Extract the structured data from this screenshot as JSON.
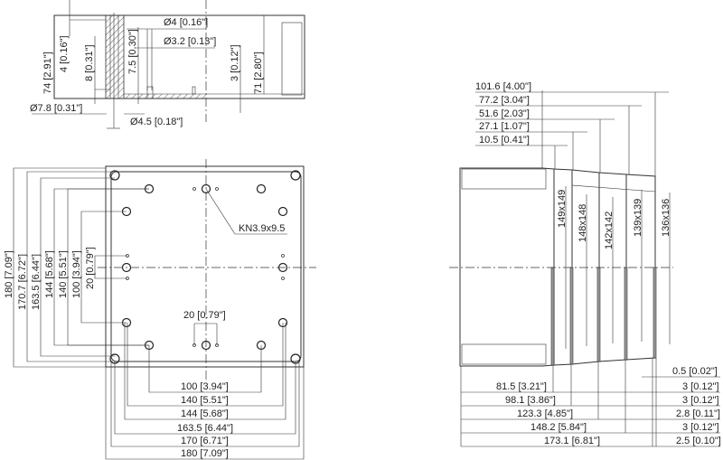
{
  "section_view": {
    "labels": [
      "74 [2.91\"]",
      "4 [0.16\"]",
      "8 [0.31\"]",
      "7.5 [0.30\"]",
      "Ø4 [0.16\"]",
      "Ø3.2 [0.13\"]",
      "3 [0.12\"]",
      "71 [2.80\"]",
      "Ø7.8 [0.31\"]",
      "Ø4.5 [0.18\"]"
    ]
  },
  "plan_view": {
    "left_dims": [
      "180 [7.09\"]",
      "170.7 [6.72\"]",
      "163.5 [6.44\"]",
      "144 [5.68\"]",
      "140 [5.51\"]",
      "100 [3.94\"]",
      "20 [0.79\"]"
    ],
    "bottom_dims": [
      "100 [3.94\"]",
      "140 [5.51\"]",
      "144 [5.68\"]",
      "163.5 [6.44\"]",
      "170 [6.71\"]",
      "180 [7.09\"]"
    ],
    "hole_spacing": "20 [0.79\"]",
    "screw_callout": "KN3.9x9.5"
  },
  "side_view": {
    "top_dims": [
      "101.6 [4.00\"]",
      "77.2 [3.04\"]",
      "51.6 [2.03\"]",
      "27.1 [1.07\"]",
      "10.5 [0.41\"]"
    ],
    "step_sizes": [
      "149x149",
      "148x148",
      "142x142",
      "139x139",
      "136x136"
    ],
    "bottom_left_dims": [
      "81.5 [3.21\"]",
      "98.1 [3.86\"]",
      "123.3 [4.85\"]",
      "148.2 [5.84\"]",
      "173.1 [6.81\"]"
    ],
    "bottom_right_dims": [
      "0.5 [0.02\"]",
      "3 [0.12\"]",
      "3 [0.12\"]",
      "2.8 [0.11\"]",
      "3 [0.12\"]",
      "2.5 [0.10\"]"
    ]
  }
}
